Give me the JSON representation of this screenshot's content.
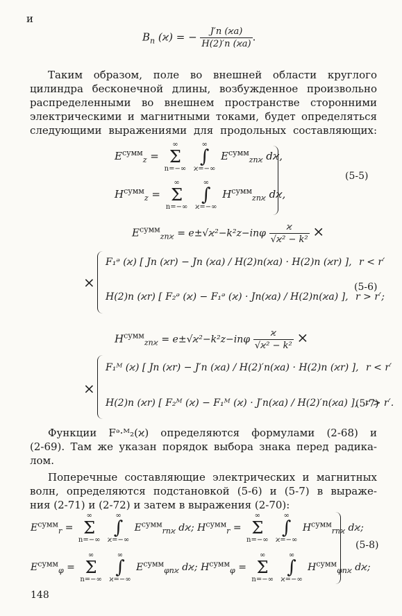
{
  "top_label": "и",
  "eq_bn": {
    "lhs": "B",
    "lhs_sub": "n",
    "lhs_arg": "(ϰ) = −",
    "num": "J′n (ϰa)",
    "den": "H(2)′n (ϰa)",
    "tail": "."
  },
  "para1": [
    "Таким образом, поле во внешней области круглого",
    "цилиндра бесконечной длины, возбужденное произвольно",
    "распределенными во внешнем пространстве сторонними",
    "электрическими и магнитными токами, будет определяться",
    "следующими выражениями для продольных составляющих:"
  ],
  "eq55": {
    "line1_lhs": "E",
    "line1_sup": "сумм",
    "line1_sub": "z",
    "line2_lhs": "H",
    "line2_sup": "сумм",
    "line2_sub": "z",
    "sum_top": "∞",
    "sum_bottom": "n=−∞",
    "sum_sym": "Σ",
    "int_top": "∞",
    "int_bottom": "ϰ=−∞",
    "int_sym": "∫",
    "line1_term": "E",
    "line1_term_sup": "сумм",
    "line1_term_sub": "znϰ",
    "line2_term": "H",
    "line2_term_sup": "сумм",
    "line2_term_sub": "znϰ",
    "dk": "dϰ,",
    "number": "(5-5)"
  },
  "eq56": {
    "lhs": "E",
    "lhs_sup": "сумм",
    "lhs_sub": "znϰ",
    "exp": "= e±√ϰ²−k²z−inφ",
    "frac_num": "ϰ",
    "frac_den": "√ϰ² − k²",
    "times": "×",
    "row1": "F₁ᵊ (ϰ) [ Jn (ϰr) − Jn (ϰa) / H(2)n(ϰa) · H(2)n (ϰr) ],",
    "row1_cond": "r < r′",
    "row2": "H(2)n (ϰr) [ F₂ᵊ (ϰ) − F₁ᵊ (ϰ) · Jn(ϰa) / H(2)n(ϰa) ],",
    "row2_cond": "r > r′;",
    "number": "(5-6)"
  },
  "eq57": {
    "lhs": "H",
    "lhs_sup": "сумм",
    "lhs_sub": "znϰ",
    "exp": "= e±√ϰ²−k²z−inφ",
    "frac_num": "ϰ",
    "frac_den": "√ϰ² − k²",
    "times": "×",
    "row1": "F₁ᴹ (ϰ) [ Jn (ϰr) − J′n (ϰa) / H(2)′n(ϰa) · H(2)n (ϰr) ],",
    "row1_cond": "r < r′",
    "row2": "H(2)n (ϰr) [ F₂ᴹ (ϰ) − F₁ᴹ (ϰ) · J′n(ϰa) / H(2)′n(ϰa) ],",
    "row2_cond": "r > r′.",
    "number": "(5-7)"
  },
  "para2": [
    "Функции Fᵊ·ᴹ₂(ϰ) определяются формулами (2-68) и",
    "(2-69). Там же указан порядок выбора знака перед радика-",
    "лом."
  ],
  "para3": [
    "Поперечные составляющие электрических и магнитных",
    "волн, определяются подстановкой (5-6) и (5-7) в выраже-",
    "ния (2-71) и (2-72) и затем в выражения (2-70):"
  ],
  "eq58": {
    "r1a": "E",
    "r1a_sub": "r",
    "r1a_term_sub": "rnϰ",
    "r1b": "H",
    "r1b_sub": "r",
    "r1b_term_sub": "rnϰ",
    "r2a": "E",
    "r2a_sub": "φ",
    "r2a_term_sub": "φnϰ",
    "r2b": "H",
    "r2b_sub": "φ",
    "r2b_term_sub": "φnϰ",
    "sup": "сумм",
    "sum_top": "∞",
    "sum_bottom": "n=−∞",
    "int_top": "∞",
    "int_bottom": "ϰ=−∞",
    "dk": "dϰ;",
    "number": "(5-8)"
  },
  "page_number": "148"
}
